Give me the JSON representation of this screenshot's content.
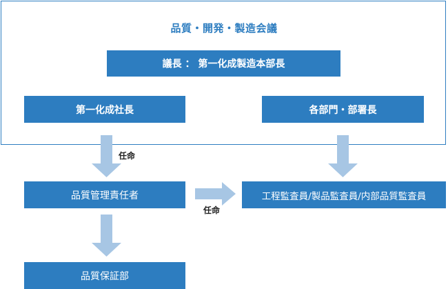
{
  "committee_title": "品質・開発・製造会議",
  "chair_box": "議長 ： 第一化成製造本部長",
  "president_box": "第一化成社長",
  "departments_box": "各部門・部署長",
  "manager_box": "品質管理責任者",
  "auditors_box": "工程監査員/製品監査員/内部品質監査員",
  "qa_box": "品質保証部",
  "appoint_label_down": "任命",
  "appoint_label_right": "任命",
  "colors": {
    "accent": "#2d7dc0",
    "arrow": "#a7c6e4"
  }
}
